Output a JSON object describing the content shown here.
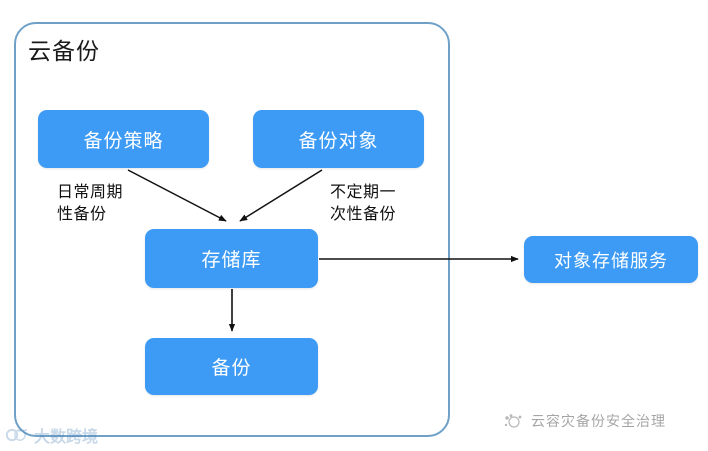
{
  "diagram": {
    "group": {
      "title": "云备份",
      "border_color": "#6fa1c8"
    },
    "node_color": "#3d9bf5",
    "nodes": [
      {
        "id": "policy",
        "label": "备份策略"
      },
      {
        "id": "object",
        "label": "备份对象"
      },
      {
        "id": "vault",
        "label": "存储库"
      },
      {
        "id": "backup",
        "label": "备份"
      },
      {
        "id": "oss",
        "label": "对象存储服务"
      }
    ],
    "edge_labels": [
      {
        "id": "periodic",
        "text": "日常周期\n性备份"
      },
      {
        "id": "oneoff",
        "text": "不定期一\n次性备份"
      }
    ]
  },
  "watermarks": {
    "left": {
      "text": "大数跨境",
      "icon": "circle-logo-icon"
    },
    "right": {
      "text": "云容灾备份安全治理",
      "icon": "cloud-dots-logo-icon"
    }
  }
}
